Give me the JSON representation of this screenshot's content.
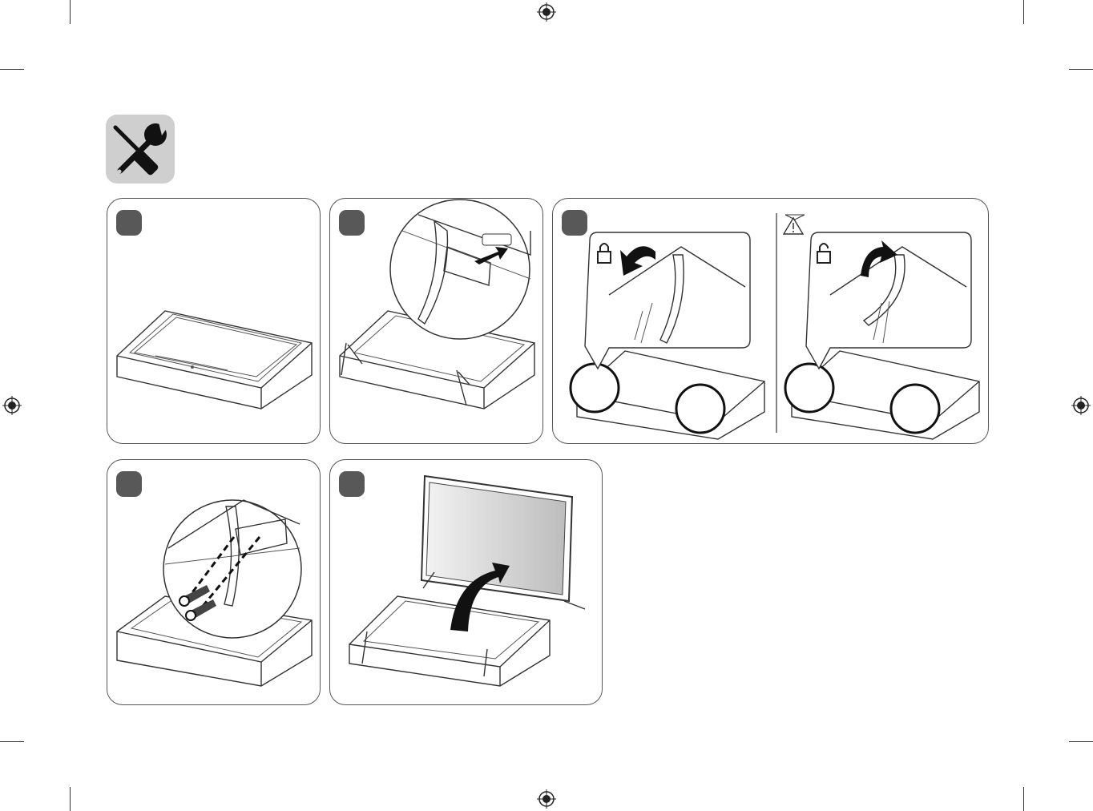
{
  "document": {
    "tools_icon": "screwdriver-wrench-icon",
    "steps": [
      {
        "id": 1,
        "icon": "tv-facedown-in-box-illustration"
      },
      {
        "id": 2,
        "icon": "insert-stand-illustration"
      },
      {
        "id": 3,
        "icon": "stand-lock-unlock-illustration",
        "sub_icons": [
          "lock-closed-icon",
          "lock-open-icon",
          "warning-icon"
        ]
      },
      {
        "id": 4,
        "icon": "screw-stand-illustration"
      },
      {
        "id": 5,
        "icon": "lift-tv-upright-illustration"
      }
    ],
    "colors": {
      "badge": "#585858",
      "tool_bg": "#cfcfcf",
      "line": "#333333"
    }
  }
}
